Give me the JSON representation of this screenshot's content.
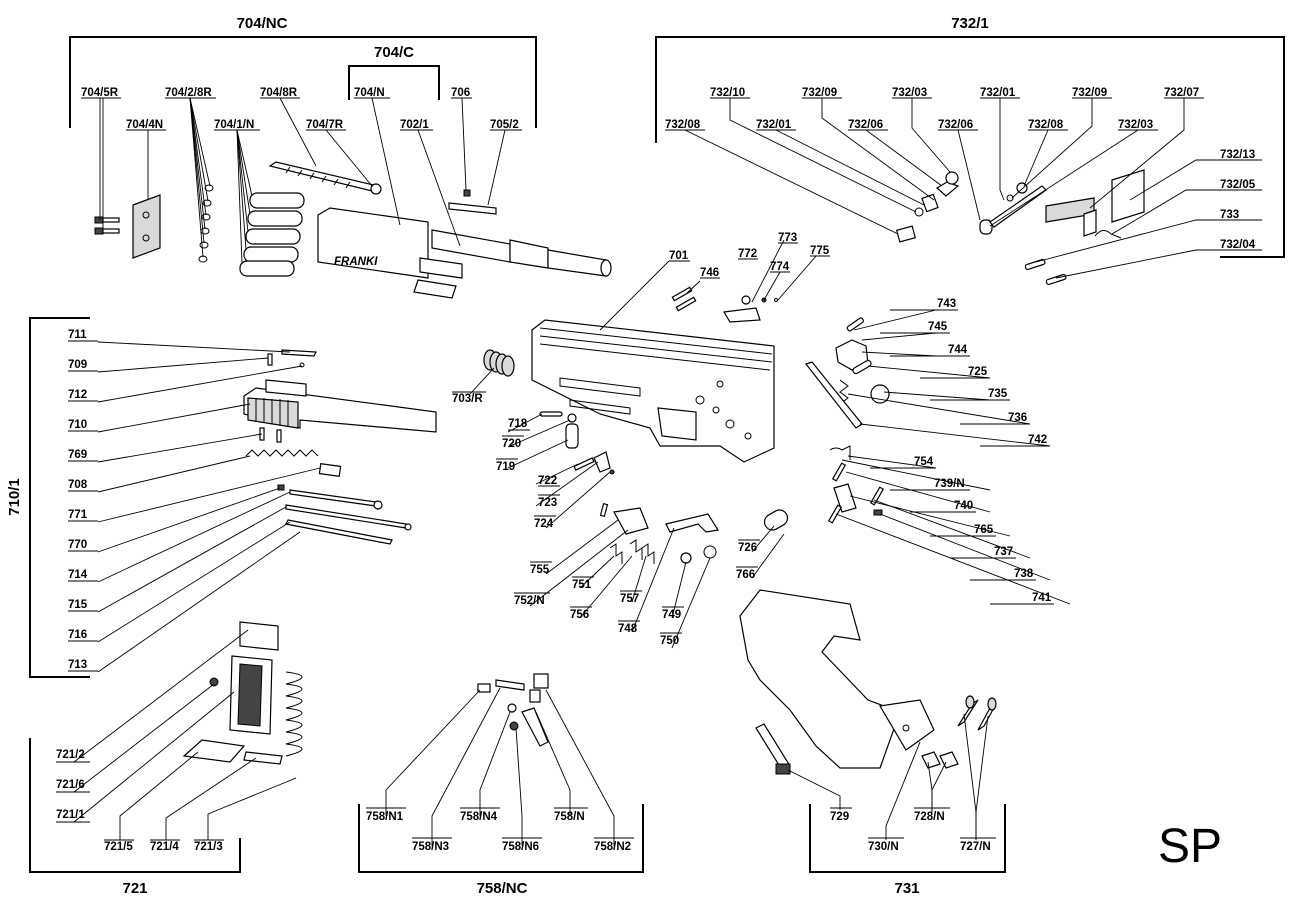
{
  "brand": "SP",
  "groups": {
    "g704nc": "704/NC",
    "g704c": "704/C",
    "g7321": "732/1",
    "g7101": "710/1",
    "g721": "721",
    "g758nc": "758/NC",
    "g731": "731"
  },
  "labels": {
    "p704_5R": "704/5R",
    "p704_2_8R": "704/2/8R",
    "p704_8R": "704/8R",
    "p704_N": "704/N",
    "p706": "706",
    "p704_4N": "704/4N",
    "p704_1_N": "704/1/N",
    "p704_7R": "704/7R",
    "p702_1": "702/1",
    "p705_2": "705/2",
    "p732_10": "732/10",
    "p732_09a": "732/09",
    "p732_03a": "732/03",
    "p732_01a": "732/01",
    "p732_09b": "732/09",
    "p732_07": "732/07",
    "p732_08a": "732/08",
    "p732_01b": "732/01",
    "p732_06a": "732/06",
    "p732_06b": "732/06",
    "p732_08b": "732/08",
    "p732_03b": "732/03",
    "p732_13": "732/13",
    "p732_05": "732/05",
    "p733": "733",
    "p732_04": "732/04",
    "p701": "701",
    "p746": "746",
    "p772": "772",
    "p773": "773",
    "p774": "774",
    "p775": "775",
    "p711": "711",
    "p709": "709",
    "p712": "712",
    "p710": "710",
    "p769": "769",
    "p708": "708",
    "p771": "771",
    "p770": "770",
    "p714": "714",
    "p715": "715",
    "p716": "716",
    "p713": "713",
    "p703R": "703/R",
    "p718": "718",
    "p720": "720",
    "p719": "719",
    "p722": "722",
    "p723": "723",
    "p724": "724",
    "p755": "755",
    "p752N": "752/N",
    "p751": "751",
    "p756": "756",
    "p757": "757",
    "p748": "748",
    "p749": "749",
    "p750": "750",
    "p726": "726",
    "p766": "766",
    "p743": "743",
    "p745": "745",
    "p744": "744",
    "p725": "725",
    "p735": "735",
    "p736": "736",
    "p742": "742",
    "p754": "754",
    "p739N": "739/N",
    "p740": "740",
    "p765": "765",
    "p737": "737",
    "p738": "738",
    "p741": "741",
    "p721_2": "721/2",
    "p721_6": "721/6",
    "p721_1": "721/1",
    "p721_5": "721/5",
    "p721_4": "721/4",
    "p721_3": "721/3",
    "p758N1": "758/N1",
    "p758N3": "758/N3",
    "p758N4": "758/N4",
    "p758N6": "758/N6",
    "p758N": "758/N",
    "p758N2": "758/N2",
    "p729": "729",
    "p730N": "730/N",
    "p728N": "728/N",
    "p727N": "727/N"
  }
}
